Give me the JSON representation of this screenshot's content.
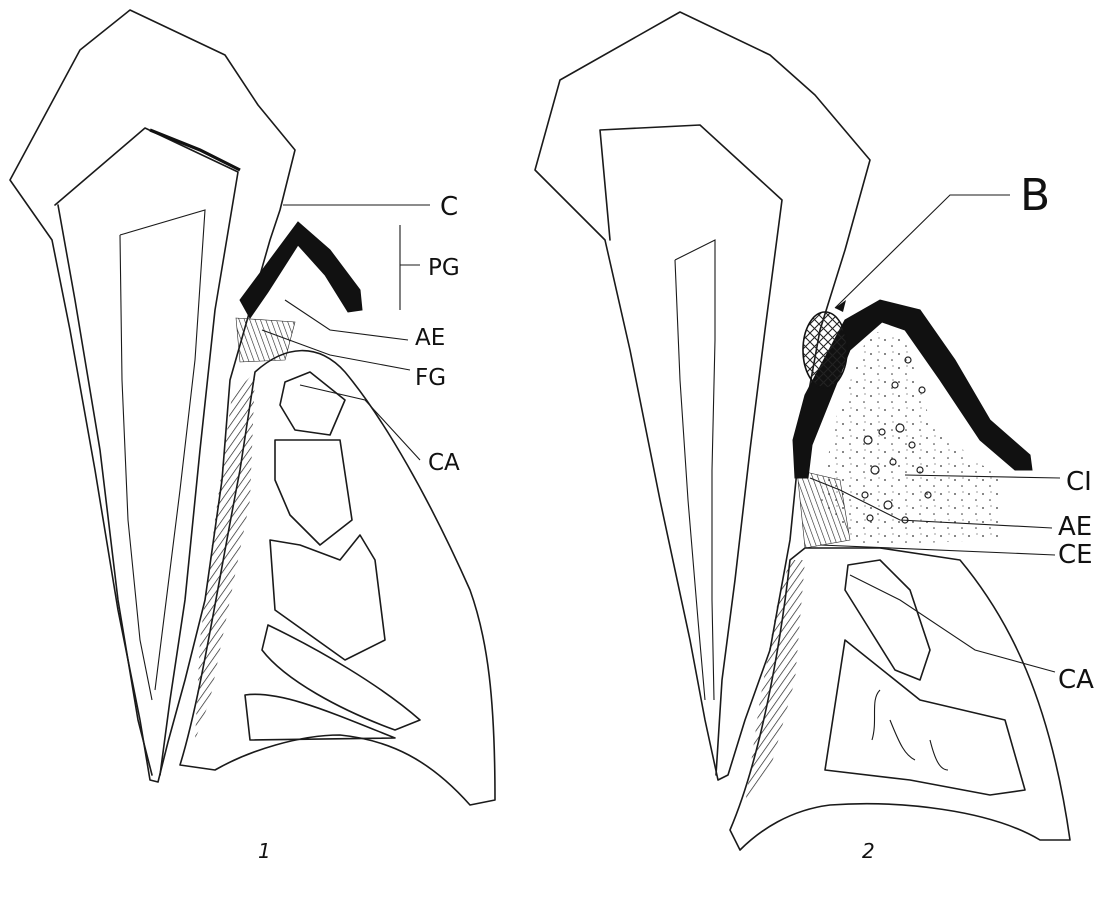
{
  "colors": {
    "ink": "#111111",
    "paper": "#ffffff"
  },
  "figure1": {
    "number": "1",
    "labels": {
      "c": "C",
      "pg": "PG",
      "ae": "AE",
      "fg": "FG",
      "ca": "CA"
    }
  },
  "figure2": {
    "number": "2",
    "labels": {
      "b": "B",
      "ci": "CI",
      "ae": "AE",
      "ce": "CE",
      "ca": "CA"
    }
  }
}
